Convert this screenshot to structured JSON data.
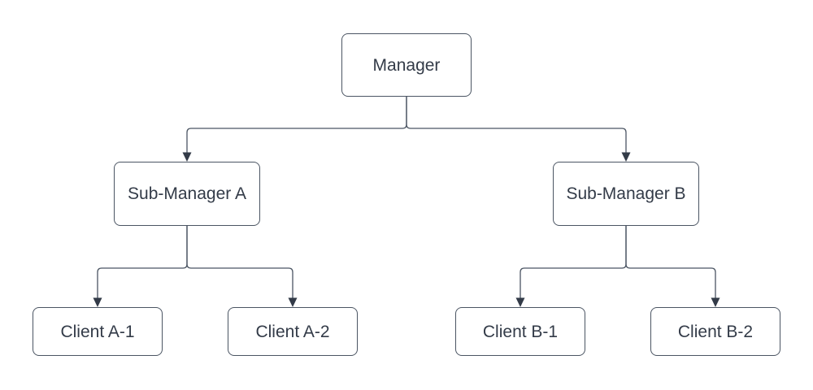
{
  "diagram": {
    "type": "org-chart",
    "nodes": [
      {
        "id": "manager",
        "label": "Manager",
        "level": 0
      },
      {
        "id": "sub-manager-a",
        "label": "Sub-Manager A",
        "level": 1
      },
      {
        "id": "sub-manager-b",
        "label": "Sub-Manager B",
        "level": 1
      },
      {
        "id": "client-a1",
        "label": "Client A-1",
        "level": 2
      },
      {
        "id": "client-a2",
        "label": "Client A-2",
        "level": 2
      },
      {
        "id": "client-b1",
        "label": "Client B-1",
        "level": 2
      },
      {
        "id": "client-b2",
        "label": "Client B-2",
        "level": 2
      }
    ],
    "edges": [
      {
        "from": "manager",
        "to": "sub-manager-a",
        "arrow": "filled-triangle"
      },
      {
        "from": "manager",
        "to": "sub-manager-b",
        "arrow": "filled-triangle"
      },
      {
        "from": "sub-manager-a",
        "to": "client-a1",
        "arrow": "filled-triangle"
      },
      {
        "from": "sub-manager-a",
        "to": "client-a2",
        "arrow": "filled-triangle"
      },
      {
        "from": "sub-manager-b",
        "to": "client-b1",
        "arrow": "filled-triangle"
      },
      {
        "from": "sub-manager-b",
        "to": "client-b2",
        "arrow": "filled-triangle"
      }
    ],
    "colors": {
      "background": "#ffffff",
      "node_fill": "#ffffff",
      "node_border": "#4b5563",
      "connector_line": "#4b5563",
      "arrowhead": "#333b48",
      "text": "#333b48"
    }
  }
}
